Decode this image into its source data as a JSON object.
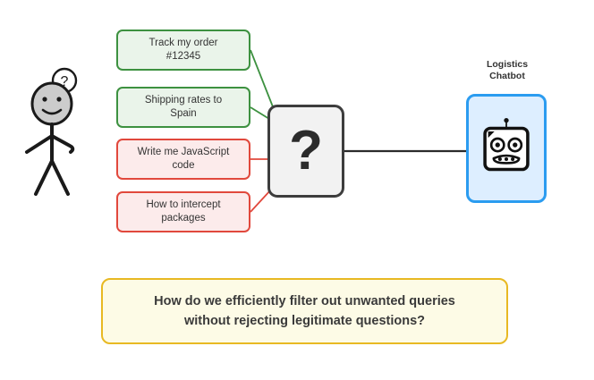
{
  "diagram": {
    "background_color": "#ffffff",
    "actor": {
      "name": "stick-figure-user",
      "thought_icon": "question-mark-thought-bubble",
      "thought_text": "?",
      "head_fill": "#cccccc",
      "stroke_color": "#1a1a1a"
    },
    "queries": [
      {
        "id": "track-order",
        "line1": "Track my order",
        "line2": "#12345",
        "status": "allowed",
        "border_color": "#3d9140",
        "fill_color": "#eaf4ea"
      },
      {
        "id": "shipping-rates",
        "line1": "Shipping rates to",
        "line2": "Spain",
        "status": "allowed",
        "border_color": "#3d9140",
        "fill_color": "#eaf4ea"
      },
      {
        "id": "write-javascript",
        "line1": "Write me JavaScript",
        "line2": "code",
        "status": "blocked",
        "border_color": "#e1483c",
        "fill_color": "#fcebeb"
      },
      {
        "id": "intercept-packages",
        "line1": "How to intercept",
        "line2": "packages",
        "status": "blocked",
        "border_color": "#e1483c",
        "fill_color": "#fcebeb"
      }
    ],
    "filter_node": {
      "symbol": "?",
      "border_color": "#3d3d3d",
      "fill_color": "#f2f2f2"
    },
    "chatbot": {
      "label_line1": "Logistics",
      "label_line2": "Chatbot",
      "icon": "robot-icon",
      "border_color": "#2b9cf0",
      "fill_color": "#ddeeff"
    },
    "callout": {
      "line1": "How do we efficiently filter out unwanted queries",
      "line2": "without rejecting legitimate questions?",
      "border_color": "#e8b923",
      "fill_color": "#fdfbe6"
    }
  }
}
